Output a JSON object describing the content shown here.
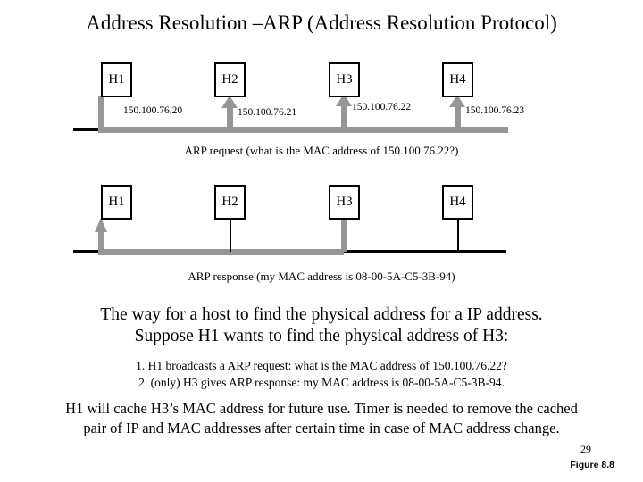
{
  "slide": {
    "title": "Address Resolution –ARP (Address Resolution Protocol)",
    "page_number": "29",
    "figure_caption": "Figure 8.8",
    "colors": {
      "arrow_gray": "#969696",
      "line_black": "#000000",
      "background": "#ffffff"
    }
  },
  "diagram_request": {
    "caption": "ARP request (what is the MAC address of 150.100.76.22?)",
    "hosts": [
      {
        "label": "H1",
        "ip": "150.100.76.20",
        "link": "gray-stem-down",
        "arrow": false
      },
      {
        "label": "H2",
        "ip": "150.100.76.21",
        "link": "gray-stem-up",
        "arrow": true
      },
      {
        "label": "H3",
        "ip": "150.100.76.22",
        "link": "gray-stem-up",
        "arrow": true
      },
      {
        "label": "H4",
        "ip": "150.100.76.23",
        "link": "gray-stem-up",
        "arrow": true
      }
    ]
  },
  "diagram_response": {
    "caption": "ARP response (my MAC address is 08-00-5A-C5-3B-94)",
    "hosts": [
      {
        "label": "H1",
        "link": "gray-stem-up",
        "arrow": true
      },
      {
        "label": "H2",
        "link": "black-stem",
        "arrow": false
      },
      {
        "label": "H3",
        "link": "gray-stem-down",
        "arrow": false
      },
      {
        "label": "H4",
        "link": "black-stem",
        "arrow": false
      }
    ]
  },
  "body": {
    "lead_line_1": "The way for a host to find the physical address for a IP address.",
    "lead_line_2": "Suppose H1 wants to find the physical address of H3:",
    "steps": [
      "1. H1 broadcasts a ARP request: what is the MAC address of 150.100.76.22?",
      "2. (only) H3 gives ARP response: my MAC address is 08-00-5A-C5-3B-94."
    ],
    "closing_line_1": "H1 will cache H3’s MAC address for future use. Timer is needed to remove the cached",
    "closing_line_2": "pair of IP and MAC addresses after certain time in case of MAC address change."
  }
}
